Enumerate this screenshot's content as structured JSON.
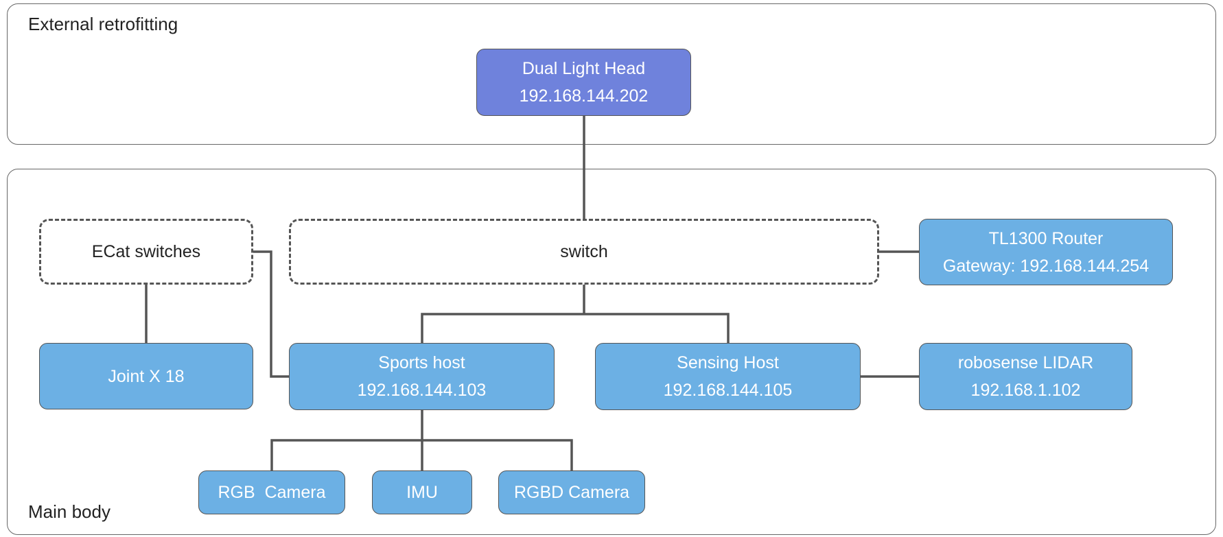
{
  "groups": {
    "external": {
      "label": "External retrofitting"
    },
    "main": {
      "label": "Main body"
    }
  },
  "nodes": {
    "dual_light_head": {
      "line1": "Dual Light Head",
      "line2": "192.168.144.202"
    },
    "ecat_switches": {
      "line1": "ECat switches"
    },
    "switch": {
      "line1": "switch"
    },
    "router": {
      "line1": "TL1300 Router",
      "line2": "Gateway: 192.168.144.254"
    },
    "joint": {
      "line1": "Joint X 18"
    },
    "sports_host": {
      "line1": "Sports host",
      "line2": "192.168.144.103"
    },
    "sensing_host": {
      "line1": "Sensing Host",
      "line2": "192.168.144.105"
    },
    "lidar": {
      "line1": "robosense LIDAR",
      "line2": "192.168.1.102"
    },
    "rgb_camera": {
      "line1": "RGB  Camera"
    },
    "imu": {
      "line1": "IMU"
    },
    "rgbd_camera": {
      "line1": "RGBD Camera"
    }
  },
  "colors": {
    "node_blue": "#6cb0e4",
    "node_purple": "#6f82dc",
    "connector": "#555555"
  }
}
